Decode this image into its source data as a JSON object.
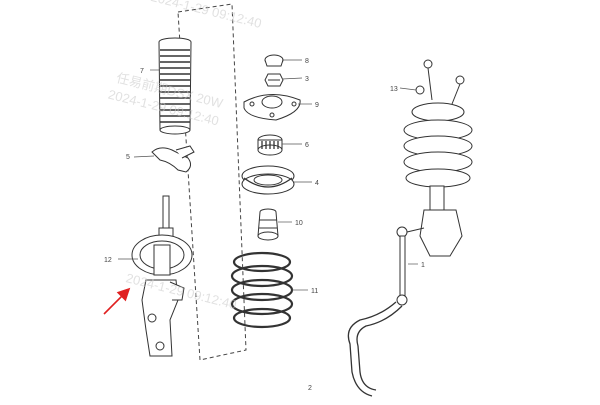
{
  "watermark": {
    "line1": "任易前期DSX 20W",
    "line2": "2024-1-29 09:12:40",
    "line3": "2024-1-29 09:12:40",
    "line4": "2024-1-29 09:12:40"
  },
  "callouts": {
    "c1": "1",
    "c2": "2",
    "c3": "3",
    "c4": "4",
    "c5": "5",
    "c6": "6",
    "c7": "7",
    "c8": "8",
    "c9": "9",
    "c10": "10",
    "c11": "11",
    "c12": "12",
    "c13": "13"
  },
  "colors": {
    "line": "#333333",
    "leader": "#555555",
    "arrow": "#e02020",
    "background": "#ffffff"
  }
}
